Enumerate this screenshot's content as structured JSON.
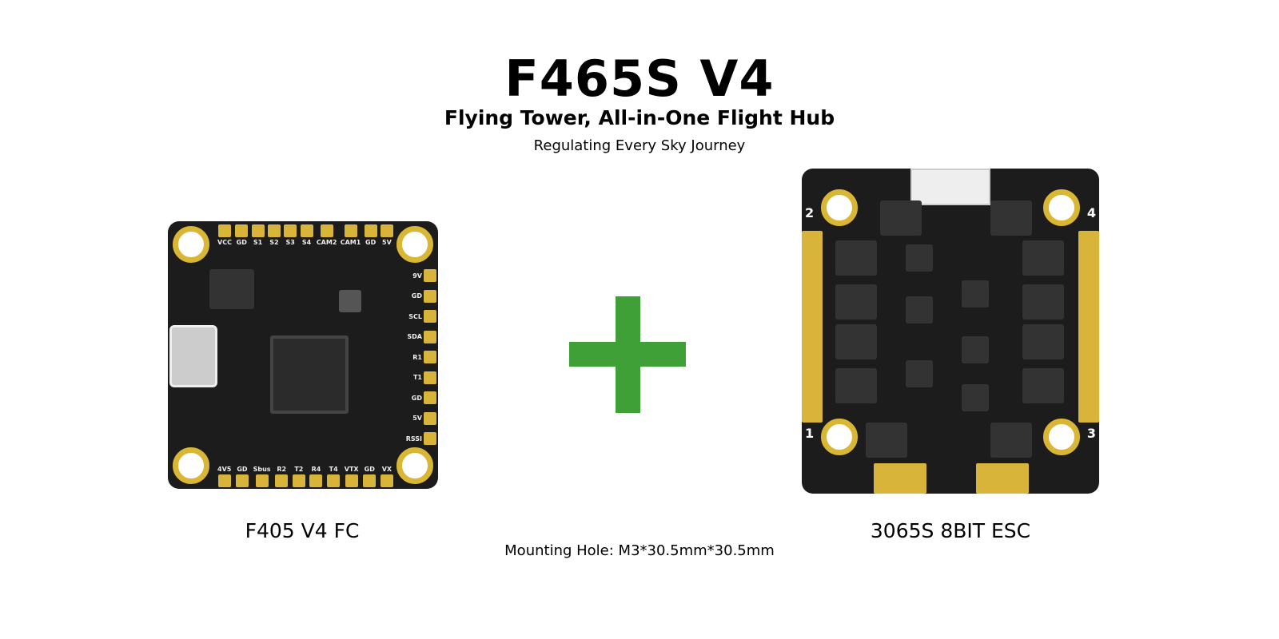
{
  "header": {
    "title": "F465S V4",
    "subtitle": "Flying Tower, All-in-One Flight Hub",
    "tagline": "Regulating Every Sky Journey"
  },
  "products": [
    {
      "label": "F405 V4 FC",
      "top_pins": [
        "VCC",
        "GD",
        "S1",
        "S2",
        "S3",
        "S4",
        "CAM2",
        "CAM1",
        "GD",
        "5V"
      ],
      "bottom_pins": [
        "4V5",
        "GD",
        "Sbus",
        "R2",
        "T2",
        "R4",
        "T4",
        "VTX",
        "GD",
        "VX"
      ],
      "right_pins": [
        "9V",
        "GD",
        "SCL",
        "SDA",
        "R1",
        "T1",
        "GD",
        "5V",
        "RSSI"
      ]
    },
    {
      "label": "3065S 8BIT ESC",
      "corner_numbers": [
        "2",
        "4",
        "1",
        "3"
      ]
    }
  ],
  "mounting_note": "Mounting Hole: M3*30.5mm*30.5mm",
  "colors": {
    "plus": "#3fa037",
    "pcb": "#1c1c1c",
    "pad": "#d8b43a"
  }
}
